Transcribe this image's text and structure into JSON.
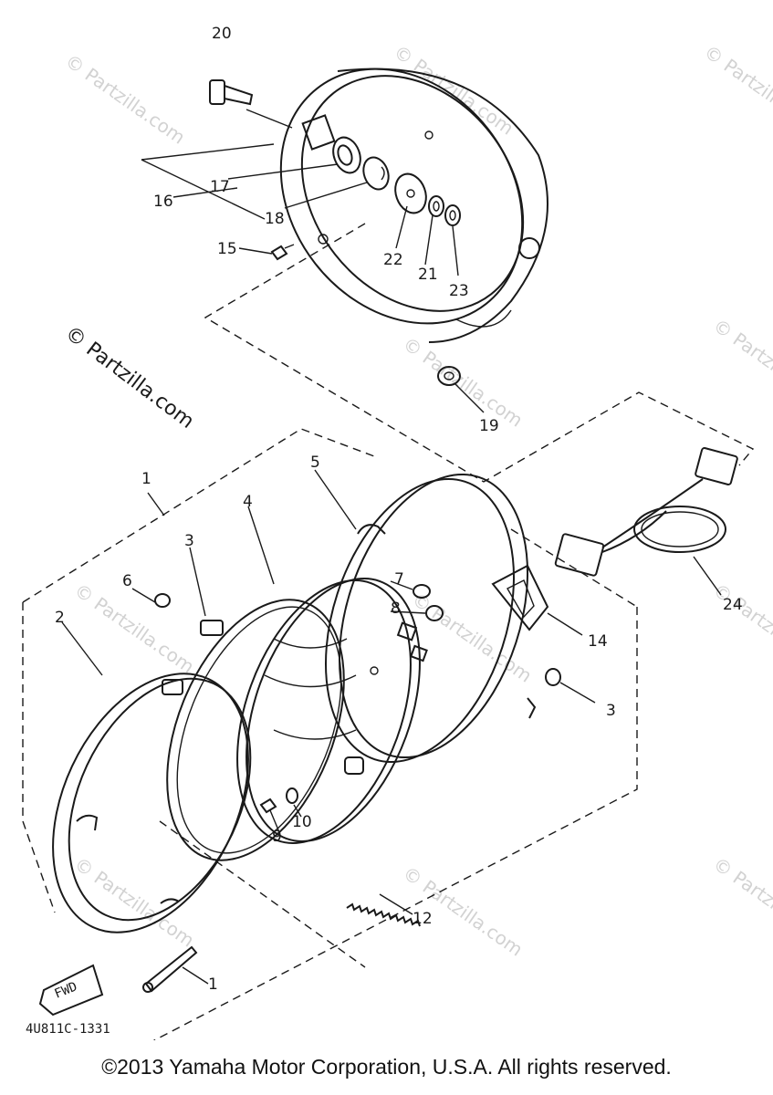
{
  "watermark": "© Partzilla.com",
  "diagram_code": "4U811C-1331",
  "fwd_label": "FWD",
  "copyright": "©2013 Yamaha Motor Corporation, U.S.A. All rights reserved.",
  "callouts": [
    "20",
    "17",
    "16",
    "18",
    "15",
    "22",
    "21",
    "23",
    "19",
    "1",
    "5",
    "4",
    "3",
    "6",
    "2",
    "7",
    "8",
    "14",
    "24",
    "3",
    "9",
    "10",
    "12",
    "1"
  ]
}
